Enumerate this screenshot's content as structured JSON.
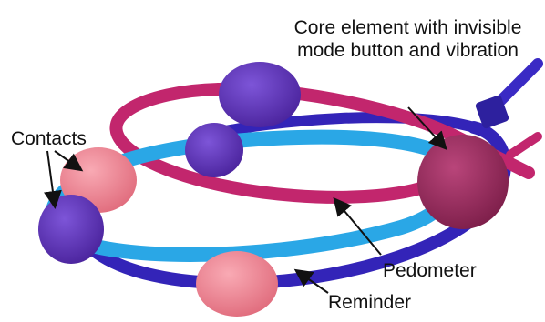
{
  "labels": {
    "core": "Core element with invisible mode button and vibration",
    "contacts": "Contacts",
    "pedometer": "Pedometer",
    "reminder": "Reminder"
  },
  "colors": {
    "background": "#ffffff",
    "magenta_tie": "#c2266d",
    "light_blue_tie": "#2aa7e6",
    "dark_blue_tie": "#3324b8",
    "purple_bead": "#5a2fb6",
    "pink_bead": "#ef7f8f",
    "core_bead": "#9b2b5e",
    "arrow": "#111111"
  }
}
